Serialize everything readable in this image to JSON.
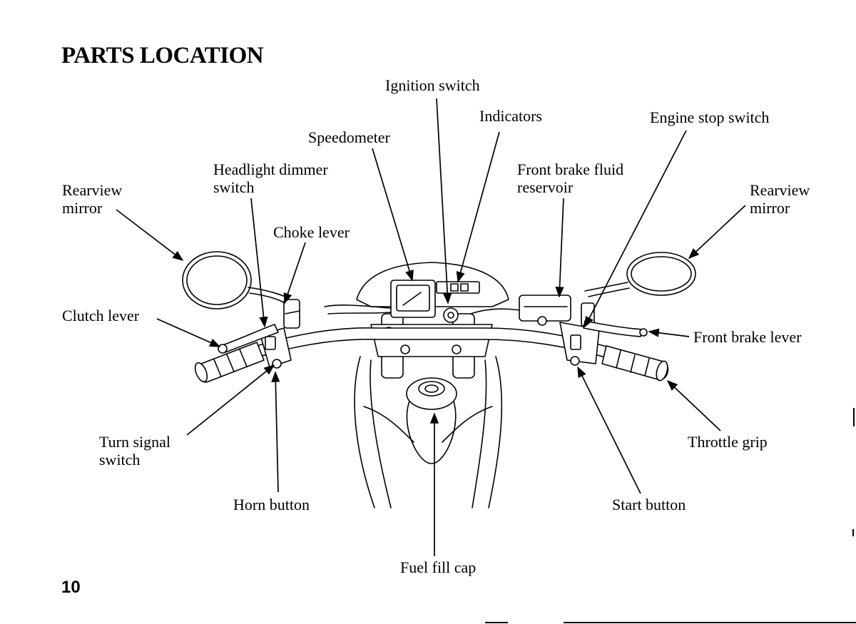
{
  "page": {
    "title": "PARTS LOCATION",
    "page_number": "10"
  },
  "labels": {
    "ignition_switch": "Ignition switch",
    "indicators": "Indicators",
    "engine_stop_switch": "Engine stop switch",
    "speedometer": "Speedometer",
    "headlight_dimmer_switch": "Headlight dimmer\nswitch",
    "front_brake_fluid_reservoir": "Front brake fluid\nreservoir",
    "rearview_mirror_left": "Rearview\nmirror",
    "rearview_mirror_right": "Rearview\nmirror",
    "choke_lever": "Choke lever",
    "clutch_lever": "Clutch lever",
    "front_brake_lever": "Front brake lever",
    "turn_signal_switch": "Turn signal\nswitch",
    "throttle_grip": "Throttle grip",
    "horn_button": "Horn button",
    "start_button": "Start button",
    "fuel_fill_cap": "Fuel fill cap"
  }
}
